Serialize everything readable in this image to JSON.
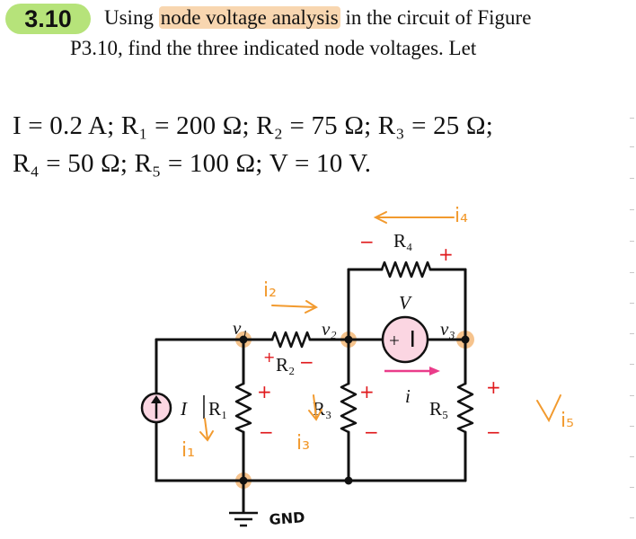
{
  "problem": {
    "number": "3.10",
    "line1_pre": "Using ",
    "line1_highlight": "node voltage analysis",
    "line1_post": " in the circuit of Figure",
    "line2": "P3.10, find the three indicated node voltages. Let"
  },
  "given": {
    "line1": "I = 0.2 A; R₁ = 200 Ω; R₂ = 75 Ω; R₃ = 25 Ω;",
    "line2": "R₄ = 50 Ω; R₅ = 100 Ω; V = 10 V."
  },
  "circuit": {
    "node_labels": {
      "v1": "v₁",
      "v2": "v₂",
      "v3": "v₃"
    },
    "component_labels": {
      "I": "I",
      "R1": "R₁",
      "R2": "R₂",
      "R3": "R₃",
      "R4": "R₄",
      "R5": "R₅",
      "V": "V",
      "source_plus": "+",
      "i": "i"
    },
    "annotations": {
      "i1": "i₁",
      "i2": "i₂",
      "i3": "i₃",
      "i4": "i₄",
      "i5": "i₅",
      "gnd": "GND",
      "plus": "+",
      "minus": "−"
    },
    "colors": {
      "annotation_orange": "#f29a2e",
      "annotation_red": "#e0191c",
      "annotation_magenta": "#ea3c8a",
      "source_fill": "#fbd6e2",
      "node_highlight": "#f4b979",
      "wire": "#111111"
    }
  }
}
